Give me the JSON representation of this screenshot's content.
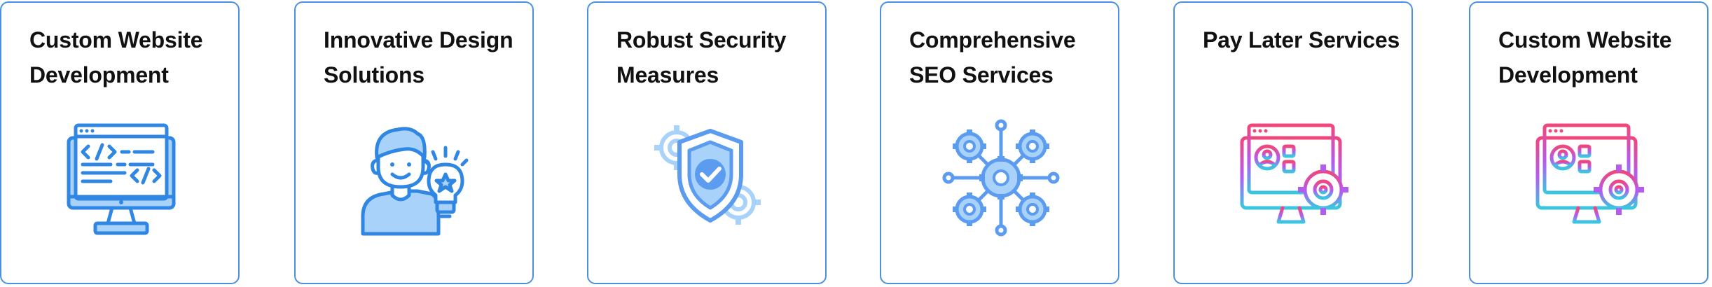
{
  "cards": [
    {
      "title": "Custom Website\nDevelopment",
      "icon": "code-monitor-icon"
    },
    {
      "title": "Innovative Design\nSolutions",
      "icon": "person-lightbulb-icon"
    },
    {
      "title": "Robust Security\nMeasures",
      "icon": "shield-gears-icon"
    },
    {
      "title": "Comprehensive\nSEO Services",
      "icon": "gear-network-icon"
    },
    {
      "title": "Pay Later Services",
      "icon": "monitor-settings-icon"
    },
    {
      "title": "Custom Website\nDevelopment",
      "icon": "monitor-settings-icon"
    }
  ],
  "colors": {
    "border": "#4a90e2",
    "icon_blue": "#3c8ee6",
    "icon_blue_light": "#a9d2fb",
    "gradient_pink": "#f0467b",
    "gradient_purple": "#b45cf0",
    "gradient_cyan": "#39c7e0"
  }
}
